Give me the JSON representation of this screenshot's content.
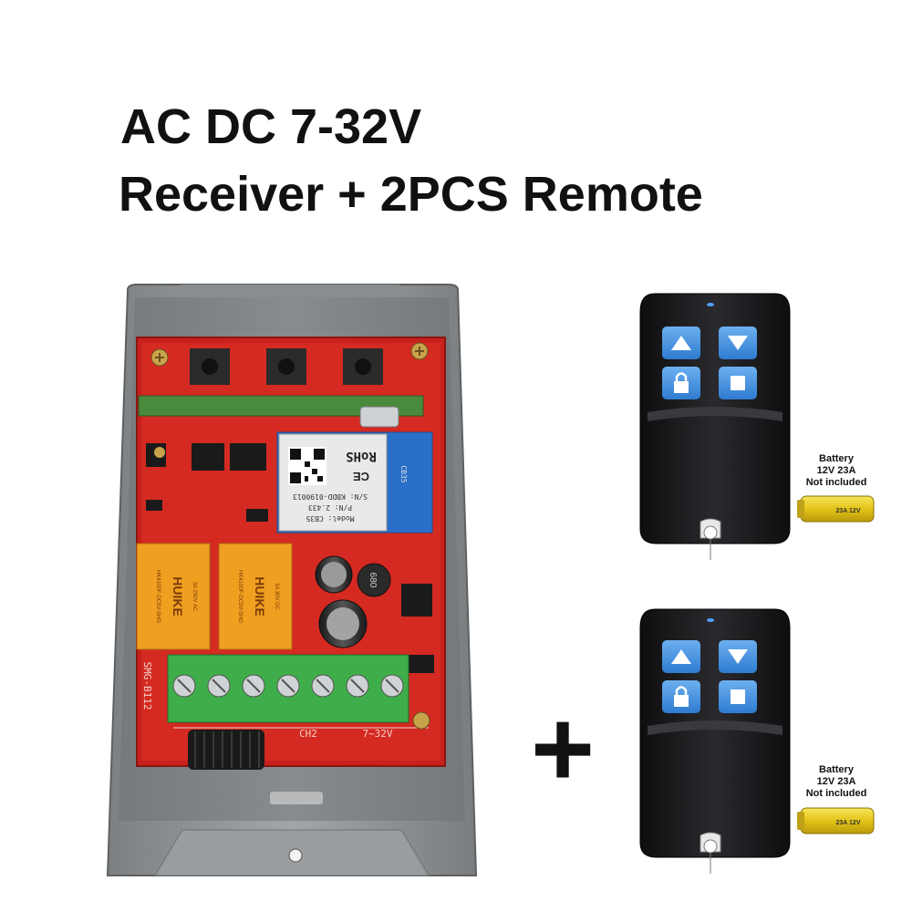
{
  "headline": {
    "line1": "AC DC 7-32V",
    "line2": "Receiver + 2PCS Remote"
  },
  "receiver": {
    "module_brand": "RoHS",
    "module_ce": "CE",
    "module_serial": "S/N: KBDD-0190013",
    "module_pn": "P/N: 2.433",
    "module_model": "Model: CB35",
    "module_side": "CB35",
    "relay_brand": "HUIKE",
    "relay_model": "HK4100F-DC5V-SHG",
    "relay_rating_1": "3A 250V AC",
    "relay_rating_2": "3A 30V DC",
    "board_model": "SMG-B112",
    "terminal_label_ch2": "CH2",
    "terminal_label_power": "7~32V",
    "inductor_marking": "680"
  },
  "remotes": [
    {
      "battery_label_1": "Battery",
      "battery_label_2": "12V 23A",
      "battery_label_3": "Not included",
      "battery_print": "23A 12V"
    },
    {
      "battery_label_1": "Battery",
      "battery_label_2": "12V 23A",
      "battery_label_3": "Not included",
      "battery_print": "23A 12V"
    }
  ],
  "plus_symbol": "+",
  "colors": {
    "case_gray": "#8f9294",
    "pcb_red": "#d0241f",
    "relay_orange": "#f0a020",
    "terminal_green": "#3fae4a",
    "remote_black": "#1c1c1e",
    "button_blue": "#3f8fe0",
    "battery_yellow": "#e8c81a"
  }
}
